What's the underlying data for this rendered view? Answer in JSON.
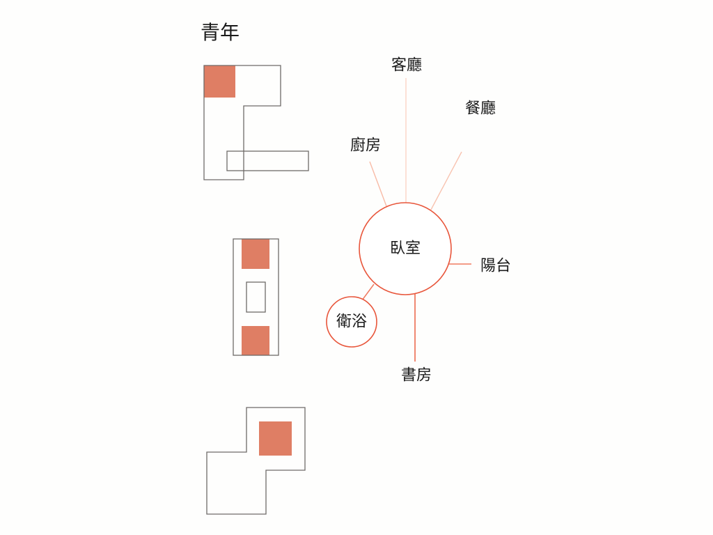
{
  "title": "青年",
  "colors": {
    "accent": "#e8553a",
    "block": "#df7e64",
    "link_light": "#fbcdbd",
    "link_mid": "#f4a58c",
    "outline": "#6e6a68"
  },
  "nodes": {
    "bedroom": "臥室",
    "bathroom": "衛浴",
    "living_room": "客廳",
    "dining_room": "餐廳",
    "kitchen": "廚房",
    "balcony": "陽台",
    "study": "書房"
  }
}
